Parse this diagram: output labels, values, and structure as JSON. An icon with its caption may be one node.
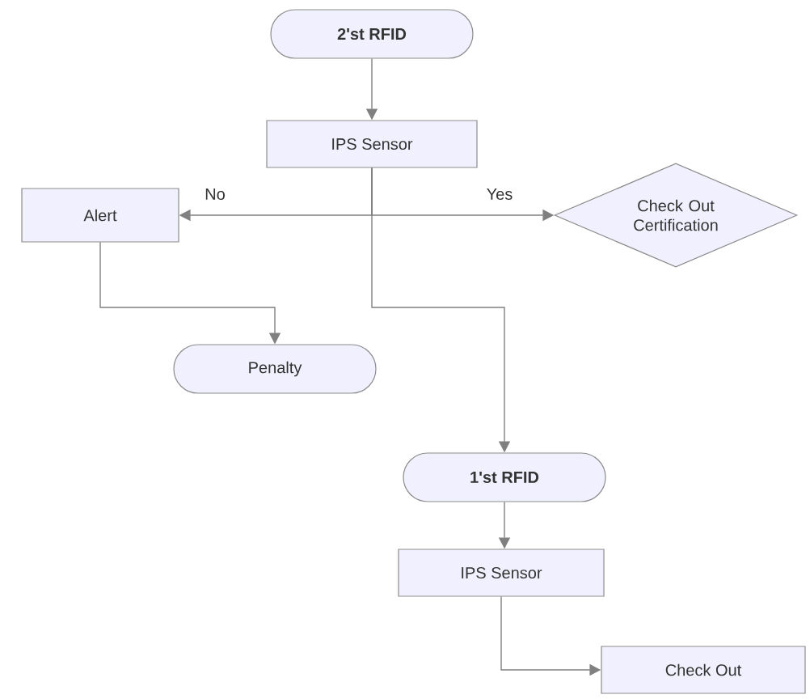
{
  "diagram": {
    "nodes": [
      {
        "text": [
          "2'st RFID"
        ]
      },
      {
        "text": [
          "IPS Sensor"
        ]
      },
      {
        "text": [
          "Alert"
        ]
      },
      {
        "text": [
          "Check Out Certification"
        ]
      },
      {
        "text": [
          "Penalty"
        ]
      },
      {
        "text": [
          "1'st RFID"
        ]
      },
      {
        "text": [
          "IPS Sensor"
        ]
      },
      {
        "text": [
          "Check Out"
        ]
      }
    ],
    "edges": [
      {
        "from": 0,
        "to": 1,
        "arrow": "to"
      },
      {
        "from": 1,
        "to": 2,
        "arrow": "to",
        "label": "No"
      },
      {
        "from": 1,
        "to": 3,
        "arrow": "to",
        "label": "Yes"
      },
      {
        "from": 2,
        "to": 4,
        "arrow": "to"
      },
      {
        "from": 1,
        "to": 5,
        "arrow": "to"
      },
      {
        "from": 5,
        "to": 6,
        "arrow": "to"
      },
      {
        "from": 6,
        "to": 7,
        "arrow": "to"
      }
    ]
  }
}
